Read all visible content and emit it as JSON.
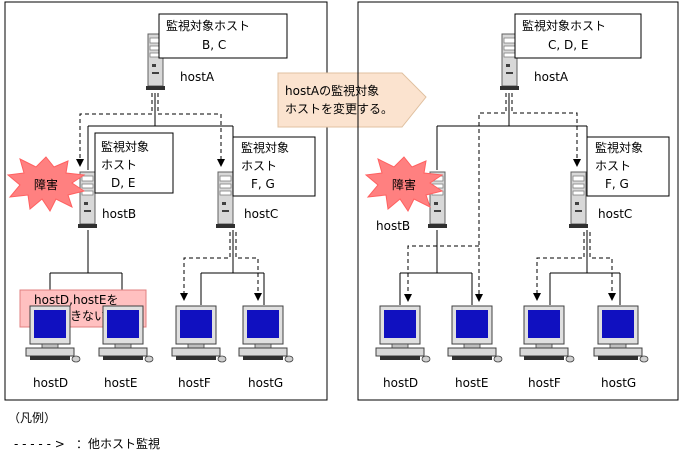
{
  "left": {
    "hostA_label": "hostA",
    "hostA_box": [
      "監視対象ホスト",
      "B, C"
    ],
    "hostB_label": "hostB",
    "hostB_box": [
      "監視対象",
      "ホスト",
      "D, E"
    ],
    "hostC_label": "hostC",
    "hostC_box": [
      "監視対象",
      "ホスト",
      "F, G"
    ],
    "failure_label": "障害",
    "warning": [
      "hostD,hostEを",
      "監視できない。"
    ],
    "terminals": [
      "hostD",
      "hostE",
      "hostF",
      "hostG"
    ]
  },
  "arrow_note": [
    "hostAの監視対象",
    "ホストを変更する。"
  ],
  "right": {
    "hostA_label": "hostA",
    "hostA_box": [
      "監視対象ホスト",
      "C, D, E"
    ],
    "hostB_label": "hostB",
    "hostC_label": "hostC",
    "hostC_box": [
      "監視対象",
      "ホスト",
      "F, G"
    ],
    "failure_label": "障害",
    "terminals": [
      "hostD",
      "hostE",
      "hostF",
      "hostG"
    ]
  },
  "legend": {
    "title": "（凡例）",
    "arrow_text": "- - - - - >",
    "desc": "：他ホスト監視"
  },
  "colors": {
    "burst": "#ff8080",
    "warning_bg": "#ffc0c0",
    "note_bg": "#fbe3cf",
    "screen": "#1010c0"
  }
}
